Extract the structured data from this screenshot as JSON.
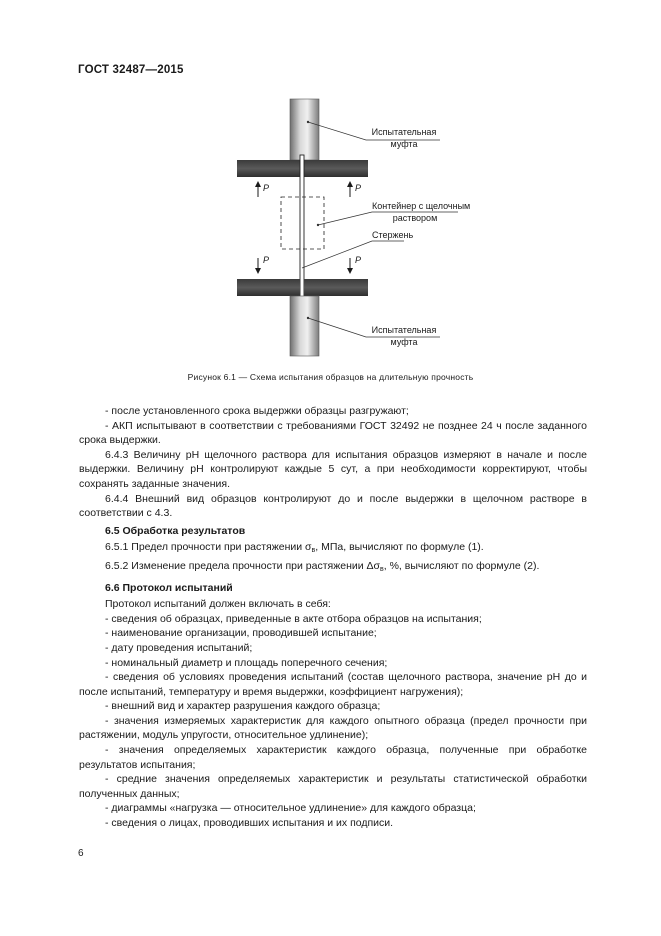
{
  "header": {
    "doc_code": "ГОСТ 32487—2015"
  },
  "figure": {
    "labels": {
      "top_coupling_line1": "Испытательная",
      "top_coupling_line2": "муфта",
      "container_line1": "Контейнер с щелочным",
      "container_line2": "раствором",
      "rod": "Стержень",
      "bottom_coupling_line1": "Испытательная",
      "bottom_coupling_line2": "муфта",
      "load": "P"
    },
    "caption": "Рисунок 6.1 — Схема испытания образцов на длительную прочность"
  },
  "body": {
    "l1": "- после установленного срока выдержки образцы разгружают;",
    "l2": "- АКП испытывают в соответствии с требованиями ГОСТ 32492 не позднее 24 ч после заданного срока выдержки.",
    "p643": "6.4.3 Величину pH щелочного раствора для испытания образцов измеряют в начале и после выдержки. Величину pH контролируют каждые 5 сут, а при необходимости корректируют, чтобы сохранять заданные значения.",
    "p644": "6.4.4 Внешний вид образцов контролируют до и после выдержки в щелочном растворе в соответствии с 4.3.",
    "h65": "6.5 Обработка результатов",
    "p651_a": "6.5.1 Предел прочности при растяжении σ",
    "p651_sub": "в",
    "p651_b": ", МПа, вычисляют по формуле (1).",
    "p652_a": "6.5.2 Изменение предела прочности при растяжении Δσ",
    "p652_sub": "в",
    "p652_b": ", %, вычисляют по формуле (2).",
    "h66": "6.6 Протокол испытаний",
    "intro": "Протокол испытаний должен включать в себя:",
    "items": [
      "- сведения об образцах, приведенные в акте отбора образцов на испытания;",
      "- наименование организации, проводившей испытание;",
      "- дату проведения испытаний;",
      "- номинальный диаметр и площадь поперечного сечения;",
      "- сведения об условиях проведения испытаний (состав щелочного раствора, значение pH до и после испытаний, температуру и время выдержки, коэффициент нагружения);",
      "- внешний вид и характер разрушения каждого образца;",
      "- значения измеряемых характеристик для каждого опытного образца (предел прочности при растяжении, модуль упругости, относительное удлинение);",
      "- значения определяемых характеристик каждого образца, полученные при обработке результатов испытания;",
      "- средние значения определяемых характеристик и результаты статистической обработки полученных данных;",
      "- диаграммы «нагрузка — относительное удлинение» для каждого образца;",
      "- сведения о лицах, проводивших испытания и их подписи."
    ]
  },
  "page_number": "6"
}
